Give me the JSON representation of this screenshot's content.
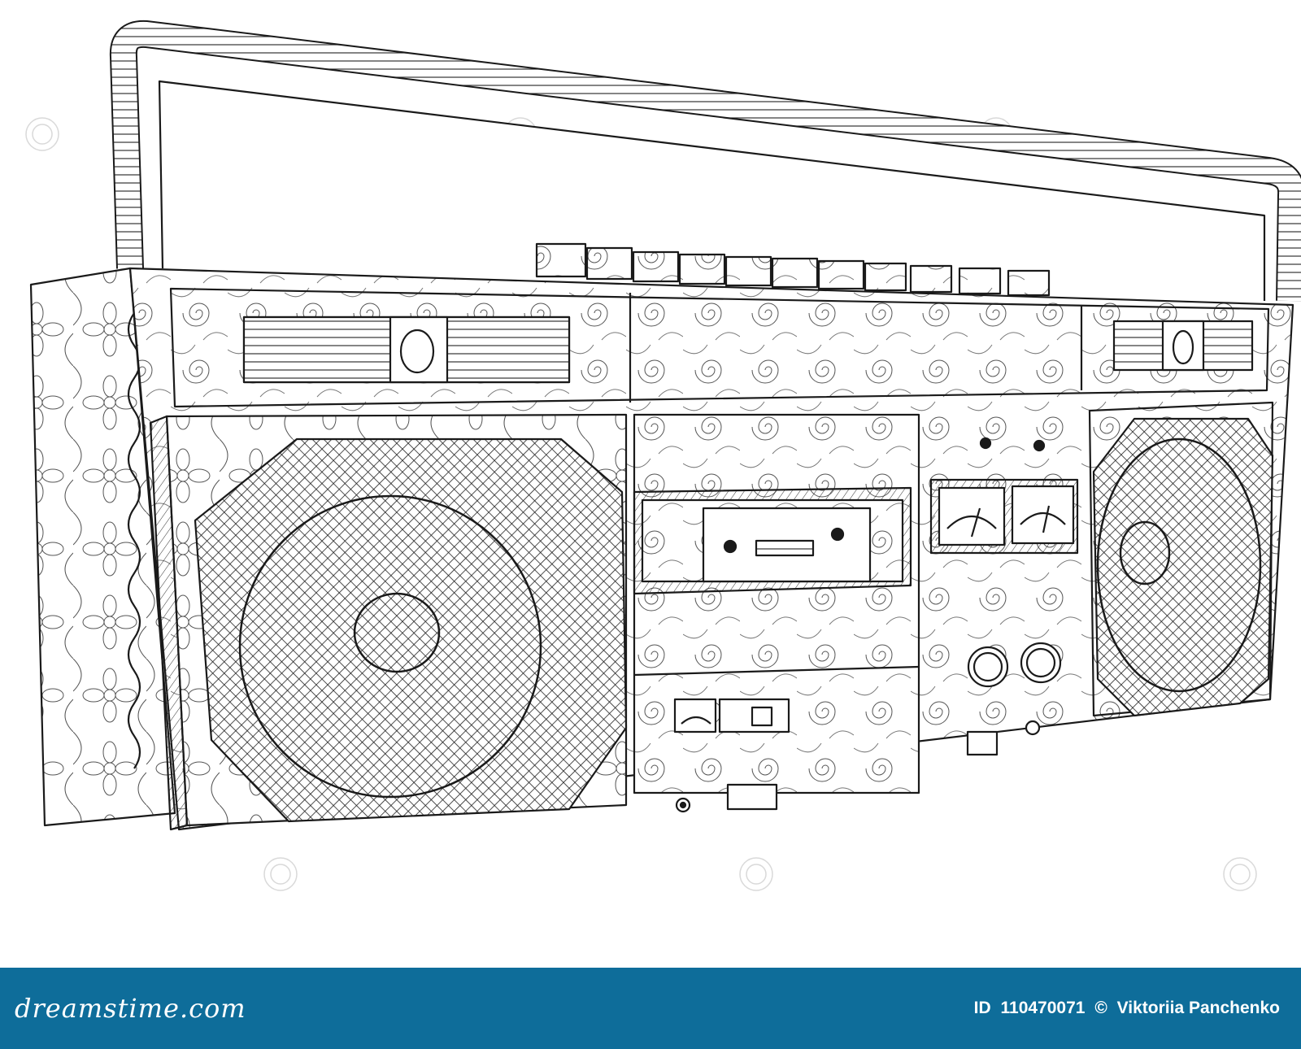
{
  "footer": {
    "brand": "dreamstime.com",
    "id_label": "ID",
    "id_number": "110470071",
    "copyright": "©",
    "author": "Viktoriia Panchenko"
  },
  "colors": {
    "footer_bg": "#0e6d9a",
    "footer_text": "#ffffff",
    "line_art": "#1a1a1a",
    "watermark": "#d9d9d9"
  }
}
